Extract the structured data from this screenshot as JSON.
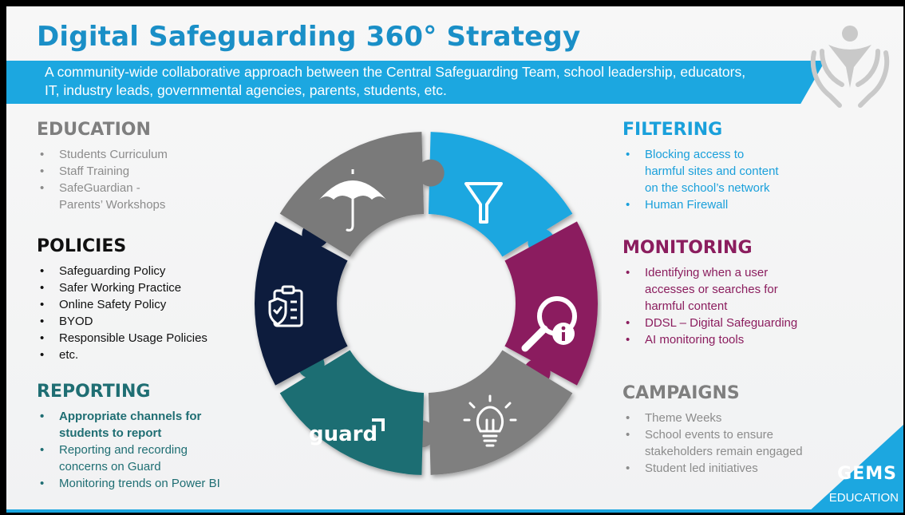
{
  "title": "Digital Safeguarding 360° Strategy",
  "subtitle": "A community-wide collaborative approach between the Central Safeguarding Team, school leadership, educators, IT, industry leads, governmental agencies, parents, students, etc.",
  "sections": {
    "education": {
      "title": "EDUCATION",
      "items": [
        "Students Curriculum",
        "Staff Training",
        "SafeGuardian -\nParents’ Workshops"
      ]
    },
    "policies": {
      "title": "POLICIES",
      "items": [
        "Safeguarding Policy",
        "Safer Working Practice",
        "Online Safety Policy",
        "BYOD",
        "Responsible Usage Policies",
        "etc."
      ]
    },
    "reporting": {
      "title": "REPORTING",
      "items": [
        "Appropriate channels for\nstudents to report",
        "Reporting and recording\nconcerns on Guard",
        "Monitoring trends on Power BI"
      ]
    },
    "filtering": {
      "title": "FILTERING",
      "items": [
        "Blocking access to\nharmful sites and content\non the school’s network",
        "Human Firewall"
      ]
    },
    "monitoring": {
      "title": "MONITORING",
      "items": [
        "Identifying when a user\naccesses or searches for\nharmful content",
        "DDSL – Digital Safeguarding",
        "AI monitoring tools"
      ]
    },
    "campaigns": {
      "title": "CAMPAIGNS",
      "items": [
        "Theme Weeks",
        "School events to ensure\nstakeholders remain engaged",
        "Student led initiatives"
      ]
    }
  },
  "wheel": {
    "guard_label": "guard",
    "segments": [
      {
        "name": "filtering",
        "color": "#1ca7e0",
        "icon": "funnel-icon"
      },
      {
        "name": "monitoring",
        "color": "#8b1d5e",
        "icon": "magnifier-info-icon"
      },
      {
        "name": "campaigns",
        "color": "#7f7f7f",
        "icon": "lightbulb-icon"
      },
      {
        "name": "reporting",
        "color": "#1f6e73",
        "icon": "guard-logo"
      },
      {
        "name": "policies",
        "color": "#0f1f3d",
        "icon": "clipboard-shield-icon"
      },
      {
        "name": "education",
        "color": "#7a7a7a",
        "icon": "umbrella-icon"
      }
    ]
  },
  "brand": {
    "name": "GEMS",
    "sub": "EDUCATION",
    "accent": "#1ca7e0"
  }
}
